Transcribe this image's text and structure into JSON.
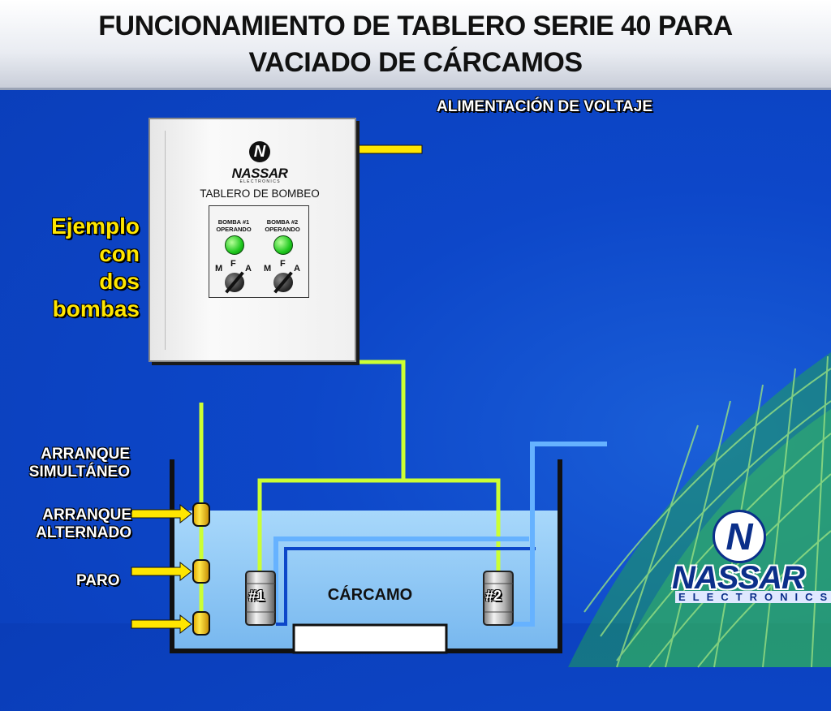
{
  "title": {
    "line1": "FUNCIONAMIENTO DE TABLERO SERIE 40 PARA",
    "line2": "VACIADO DE CÁRCAMOS"
  },
  "voltage_label": "ALIMENTACIÓN DE VOLTAJE",
  "example_label": [
    "Ejemplo",
    "con",
    "dos",
    "bombas"
  ],
  "panel": {
    "brand": "NASSAR",
    "brand_sub": "E L E C T R O N I C S",
    "title": "TABLERO DE BOMBEO",
    "pumps": [
      {
        "label_top": "BOMBA #1",
        "label_bottom": "OPERANDO",
        "selector": {
          "m": "M",
          "f": "F",
          "a": "A"
        }
      },
      {
        "label_top": "BOMBA #2",
        "label_bottom": "OPERANDO",
        "selector": {
          "m": "M",
          "f": "F",
          "a": "A"
        }
      }
    ]
  },
  "float_labels": {
    "simultaneo_1": "ARRANQUE",
    "simultaneo_2": "SIMULTÁNEO",
    "alternado_1": "ARRANQUE",
    "alternado_2": "ALTERNADO",
    "paro": "PARO"
  },
  "pump_tags": [
    "#1",
    "#2"
  ],
  "sump_label": "CÁRCAMO",
  "logo": {
    "name": "NASSAR",
    "sub": "ELECTRONICS"
  },
  "colors": {
    "wire": "#ccff33",
    "water": "#8ec8f5",
    "pipe": "#66b2ff",
    "accent_text": "#ffe600"
  }
}
